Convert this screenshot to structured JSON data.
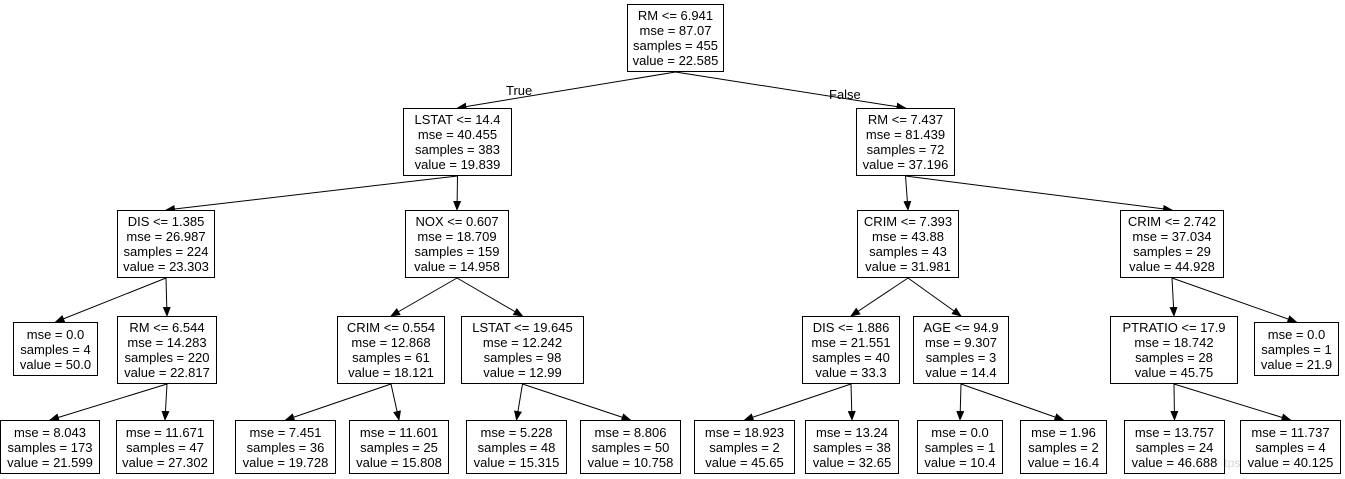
{
  "nodes": {
    "root": {
      "lines": [
        "RM <= 6.941",
        "mse = 87.07",
        "samples = 455",
        "value = 22.585"
      ]
    },
    "l1a": {
      "lines": [
        "LSTAT <= 14.4",
        "mse = 40.455",
        "samples = 383",
        "value = 19.839"
      ]
    },
    "l1b": {
      "lines": [
        "RM <= 7.437",
        "mse = 81.439",
        "samples = 72",
        "value = 37.196"
      ]
    },
    "l2a": {
      "lines": [
        "DIS <= 1.385",
        "mse = 26.987",
        "samples = 224",
        "value = 23.303"
      ]
    },
    "l2b": {
      "lines": [
        "NOX <= 0.607",
        "mse = 18.709",
        "samples = 159",
        "value = 14.958"
      ]
    },
    "l2c": {
      "lines": [
        "CRIM <= 7.393",
        "mse = 43.88",
        "samples = 43",
        "value = 31.981"
      ]
    },
    "l2d": {
      "lines": [
        "CRIM <= 2.742",
        "mse = 37.034",
        "samples = 29",
        "value = 44.928"
      ]
    },
    "l3a": {
      "lines": [
        "mse = 0.0",
        "samples = 4",
        "value = 50.0"
      ]
    },
    "l3b": {
      "lines": [
        "RM <= 6.544",
        "mse = 14.283",
        "samples = 220",
        "value = 22.817"
      ]
    },
    "l3c": {
      "lines": [
        "CRIM <= 0.554",
        "mse = 12.868",
        "samples = 61",
        "value = 18.121"
      ]
    },
    "l3d": {
      "lines": [
        "LSTAT <= 19.645",
        "mse = 12.242",
        "samples = 98",
        "value = 12.99"
      ]
    },
    "l3e": {
      "lines": [
        "DIS <= 1.886",
        "mse = 21.551",
        "samples = 40",
        "value = 33.3"
      ]
    },
    "l3f": {
      "lines": [
        "AGE <= 94.9",
        "mse = 9.307",
        "samples = 3",
        "value = 14.4"
      ]
    },
    "l3g": {
      "lines": [
        "PTRATIO <= 17.9",
        "mse = 18.742",
        "samples = 28",
        "value = 45.75"
      ]
    },
    "l3h": {
      "lines": [
        "mse = 0.0",
        "samples = 1",
        "value = 21.9"
      ]
    },
    "l4a": {
      "lines": [
        "mse = 8.043",
        "samples = 173",
        "value = 21.599"
      ]
    },
    "l4b": {
      "lines": [
        "mse = 11.671",
        "samples = 47",
        "value = 27.302"
      ]
    },
    "l4c": {
      "lines": [
        "mse = 7.451",
        "samples = 36",
        "value = 19.728"
      ]
    },
    "l4d": {
      "lines": [
        "mse = 11.601",
        "samples = 25",
        "value = 15.808"
      ]
    },
    "l4e": {
      "lines": [
        "mse = 5.228",
        "samples = 48",
        "value = 15.315"
      ]
    },
    "l4f": {
      "lines": [
        "mse = 8.806",
        "samples = 50",
        "value = 10.758"
      ]
    },
    "l4g": {
      "lines": [
        "mse = 18.923",
        "samples = 2",
        "value = 45.65"
      ]
    },
    "l4h": {
      "lines": [
        "mse = 13.24",
        "samples = 38",
        "value = 32.65"
      ]
    },
    "l4i": {
      "lines": [
        "mse = 0.0",
        "samples = 1",
        "value = 10.4"
      ]
    },
    "l4j": {
      "lines": [
        "mse = 1.96",
        "samples = 2",
        "value = 16.4"
      ]
    },
    "l4k": {
      "lines": [
        "mse = 13.757",
        "samples = 24",
        "value = 46.688"
      ]
    },
    "l4l": {
      "lines": [
        "mse = 11.737",
        "samples = 4",
        "value = 40.125"
      ]
    }
  },
  "edges": [
    [
      "root",
      "l1a"
    ],
    [
      "root",
      "l1b"
    ],
    [
      "l1a",
      "l2a"
    ],
    [
      "l1a",
      "l2b"
    ],
    [
      "l1b",
      "l2c"
    ],
    [
      "l1b",
      "l2d"
    ],
    [
      "l2a",
      "l3a"
    ],
    [
      "l2a",
      "l3b"
    ],
    [
      "l2b",
      "l3c"
    ],
    [
      "l2b",
      "l3d"
    ],
    [
      "l2c",
      "l3e"
    ],
    [
      "l2c",
      "l3f"
    ],
    [
      "l2d",
      "l3g"
    ],
    [
      "l2d",
      "l3h"
    ],
    [
      "l3b",
      "l4a"
    ],
    [
      "l3b",
      "l4b"
    ],
    [
      "l3c",
      "l4c"
    ],
    [
      "l3c",
      "l4d"
    ],
    [
      "l3d",
      "l4e"
    ],
    [
      "l3d",
      "l4f"
    ],
    [
      "l3e",
      "l4g"
    ],
    [
      "l3e",
      "l4h"
    ],
    [
      "l3f",
      "l4i"
    ],
    [
      "l3f",
      "l4j"
    ],
    [
      "l3g",
      "l4k"
    ],
    [
      "l3g",
      "l4l"
    ]
  ],
  "edge_labels": {
    "true_label": "True",
    "false_label": "False"
  },
  "watermark": "https://blog.csdn.net/..."
}
